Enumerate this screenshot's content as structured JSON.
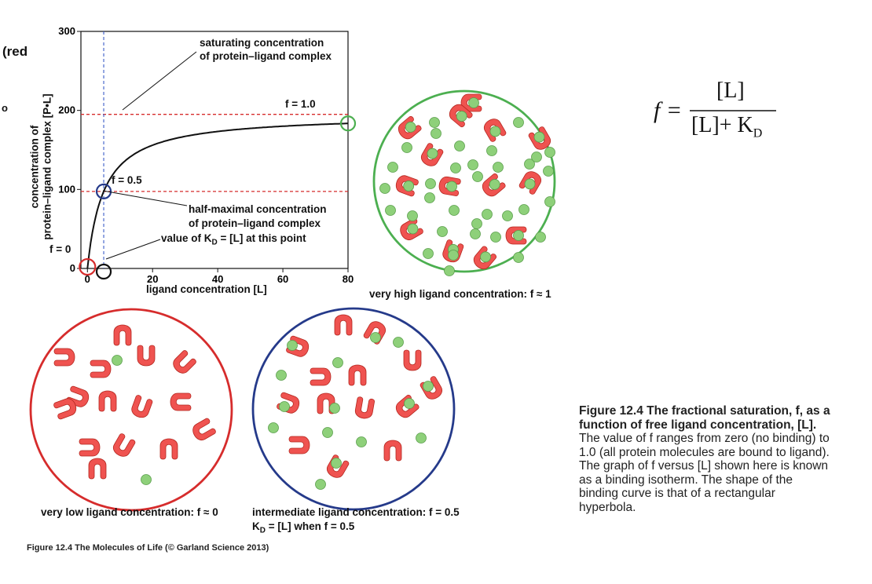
{
  "left_cut": {
    "line1": "(red",
    "line2": "",
    "line3": "o"
  },
  "chart_data": {
    "type": "line",
    "title": "",
    "xlabel": "ligand concentration [L]",
    "ylabel_line1": "concentration of",
    "ylabel_line2": "protein–ligand complex [P•L]",
    "xlim": [
      -2,
      80
    ],
    "ylim": [
      0,
      300
    ],
    "x_ticks": [
      0,
      20,
      40,
      60,
      80
    ],
    "y_ticks": [
      0,
      100,
      200,
      300
    ],
    "series": [
      {
        "values_description": "hyperbola",
        "Bmax": 195,
        "KD": 5
      }
    ],
    "reference_lines": {
      "saturation_y": 195,
      "half_y": 97.5,
      "KD_x": 5
    },
    "annotations": {
      "f1": "f = 1.0",
      "f05": "f = 0.5",
      "f0": "f = 0",
      "saturating_1": "saturating concentration",
      "saturating_2": "of protein–ligand complex",
      "half_1": "half-maximal concentration",
      "half_2": "of protein–ligand complex",
      "kd": "value of K",
      "kd_sub": "D",
      "kd_rest": " = [L] at this point"
    }
  },
  "panels": {
    "high": "very high ligand concentration: f ≈ 1",
    "low": "very low ligand concentration: f ≈ 0",
    "mid_1": "intermediate ligand concentration: f = 0.5",
    "mid_2_a": "K",
    "mid_2_sub": "D",
    "mid_2_b": " = [L] when f = 0.5"
  },
  "equation": {
    "lhs": "f =",
    "num": "[L]",
    "den_a": "[L]+ K",
    "den_sub": "D"
  },
  "caption": {
    "bold": "Figure 12.4 The fractional saturation, f, as a function of free ligand concentration, [L].",
    "text": " The value of f ranges from zero (no binding) to 1.0 (all protein molecules are bound to ligand). The graph of f versus [L] shown here is known as a binding isotherm. The shape of the binding curve is that of a rectangular hyperbola."
  },
  "credit": "Figure 12.4 The Molecules of Life (© Garland Science 2013)",
  "colors": {
    "red": "#d62c2c",
    "green": "#4caf50",
    "blue": "#253a8a",
    "protein": "#ef5350",
    "ligand": "#8ed07a"
  }
}
